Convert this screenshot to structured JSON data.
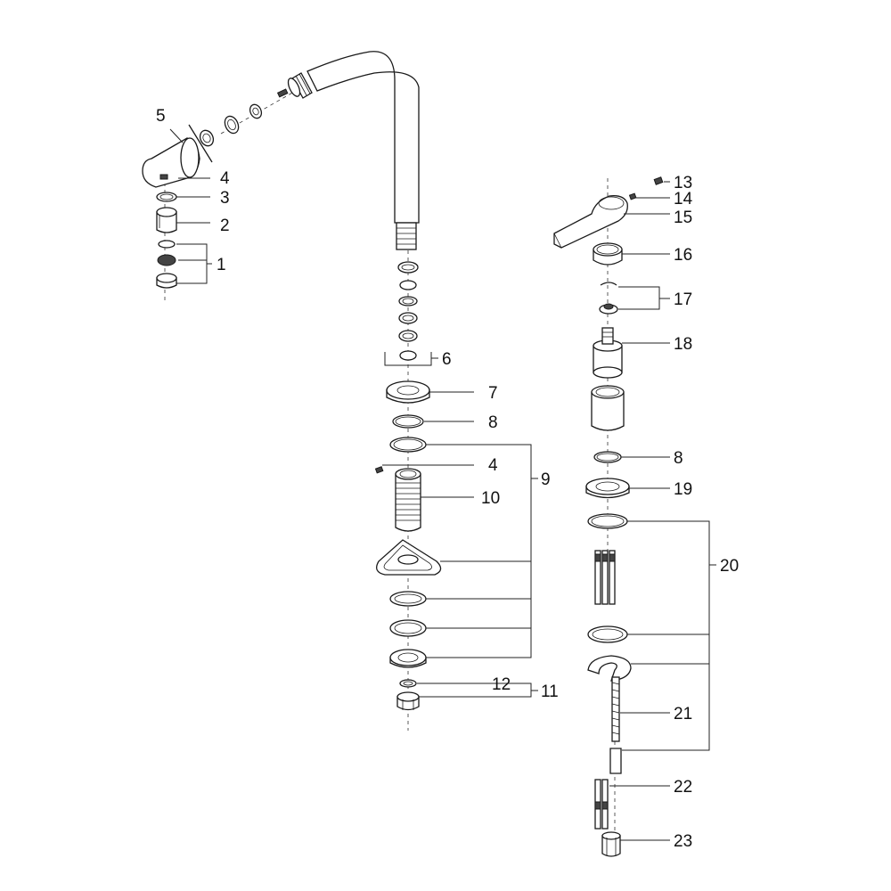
{
  "diagram": {
    "type": "exploded-parts-view",
    "colors": {
      "line": "#1a1a1a",
      "background": "#ffffff"
    },
    "labels": {
      "p1": "1",
      "p2": "2",
      "p3": "3",
      "p4a": "4",
      "p4b": "4",
      "p5": "5",
      "p6": "6",
      "p7": "7",
      "p8a": "8",
      "p8b": "8",
      "p9": "9",
      "p10": "10",
      "p11": "11",
      "p12": "12",
      "p13": "13",
      "p14": "14",
      "p15": "15",
      "p16": "16",
      "p17": "17",
      "p18": "18",
      "p19": "19",
      "p20": "20",
      "p21": "21",
      "p22": "22",
      "p23": "23"
    }
  }
}
